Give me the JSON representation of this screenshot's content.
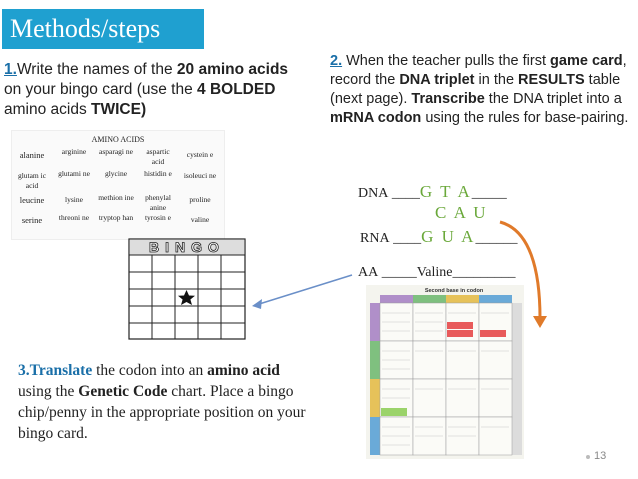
{
  "title": "Methods/steps",
  "step1": {
    "num": "1.",
    "p1": "Write the names of the ",
    "b1": "20 amino acids",
    "p2": " on your bingo card (use the ",
    "b2": "4 BOLDED",
    "p3": " amino acids ",
    "b3": "TWICE)"
  },
  "amino_table": {
    "title": "AMINO ACIDS",
    "rows": [
      [
        "alanine",
        "arginine",
        "asparagi ne",
        "aspartic acid",
        "cystein e"
      ],
      [
        "glutam ic acid",
        "glutami ne",
        "glycine",
        "histidin e",
        "isoleuci ne"
      ],
      [
        "leucine",
        "lysine",
        "methion ine",
        "phenylal anine",
        "proline"
      ],
      [
        "serine",
        "threoni ne",
        "tryptop han",
        "tyrosin e",
        "valine"
      ]
    ]
  },
  "bingo": {
    "title": "BINGO"
  },
  "step2": {
    "num": "2.",
    "p1": " When the teacher pulls the first ",
    "b1": "game card",
    "p2": ", record the ",
    "b2": "DNA triplet",
    "p3": " in the ",
    "b3": "RESULTS",
    "p4": " table (next page). ",
    "b4": "Transcribe",
    "p5": " the DNA triplet into a ",
    "b5": "mRNA codon",
    "p6": " using the rules for base-pairing."
  },
  "dna_line": {
    "label": "DNA",
    "pre": "____",
    "value": "G T A",
    "post": "_____"
  },
  "complement": {
    "value": "C A U"
  },
  "rna_line": {
    "label": "RNA",
    "pre": "____",
    "value": "G U A",
    "post": "______"
  },
  "aa_line": {
    "label": "AA",
    "pre": "_____",
    "value": "Valine",
    "post": "_________"
  },
  "code_chart": {
    "title": "Second base in codon"
  },
  "step3": {
    "num": "3.",
    "b1": "Translate",
    "p1": " the codon into an ",
    "b2": "amino acid",
    "p2": " using the ",
    "b3": "Genetic Code",
    "p3": " chart. Place a bingo chip/penny in the appropriate position on your bingo card."
  },
  "page_number": "13",
  "colors": {
    "accent": "#1fa0d0",
    "fill_in": "#6aa83a",
    "arrow_blue": "#6a8fc8",
    "arrow_orange": "#e07a2a"
  }
}
